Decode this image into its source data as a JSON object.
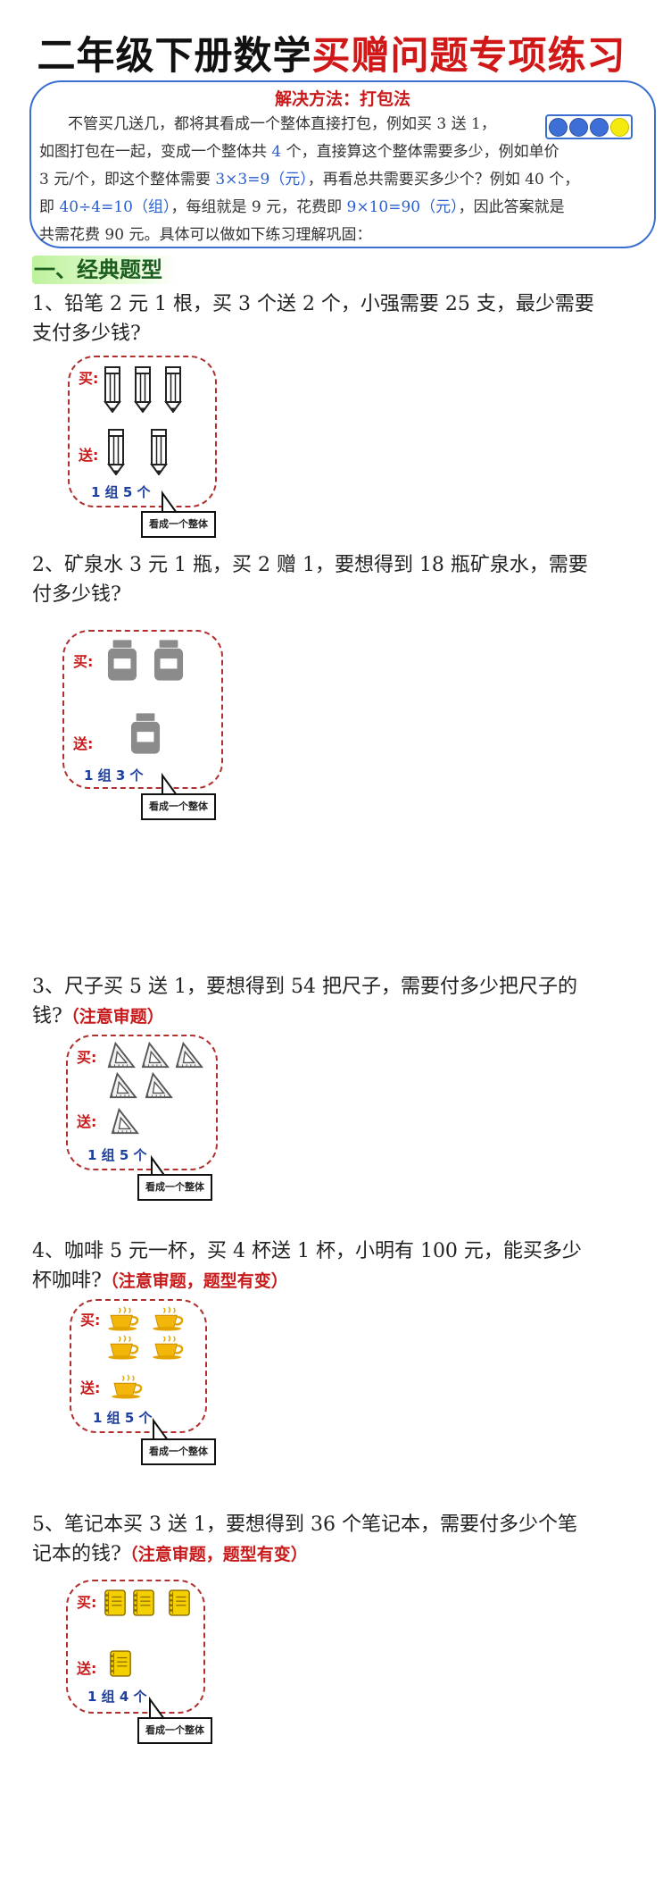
{
  "title": {
    "part1": "二年级下册数学",
    "part2": "买赠问题专项练习"
  },
  "method": {
    "title": "解决方法：打包法",
    "l1": "不管买几送几，都将其看成一个整体直接打包，例如买 3 送 1，",
    "l2a": "如图打包在一起，变成一个整体共 ",
    "l2b": "4",
    "l2c": " 个，直接算这个整体需要多少，例如单价",
    "l3a": "3 元/个，即这个整体需要 ",
    "l3b": "3×3=9（元）",
    "l3c": "，再看总共需要买多少个？例如 40 个，",
    "l4a": "即 ",
    "l4b": "40÷4=10（组）",
    "l4c": "，每组就是 9 元，花费即 ",
    "l4d": "9×10=90（元）",
    "l4e": "，因此答案就是",
    "l5": "共需花费 90 元。具体可以做如下练习理解巩固："
  },
  "section": "一、经典题型",
  "buy_label": "买:",
  "give_label": "送:",
  "bubble_text": "看成一个整体",
  "questions": [
    {
      "l1": "1、铅笔 2 元 1 根，买 3 个送 2 个，小强需要 25 支，最少需要",
      "l2": "支付多少钱?",
      "hint": "",
      "group": "1 组 5 个",
      "item_icon": "pencil-icon"
    },
    {
      "l1": "2、矿泉水 3 元 1 瓶，买 2 赠 1，要想得到 18 瓶矿泉水，需要",
      "l2": "付多少钱?",
      "hint": "",
      "group": "1 组 3 个",
      "item_icon": "bottle-icon"
    },
    {
      "l1": "3、尺子买 5 送 1，要想得到 54 把尺子，需要付多少把尺子的",
      "l2": "钱?",
      "hint": "（注意审题）",
      "group": "1 组 5 个",
      "item_icon": "triangle-ruler-icon"
    },
    {
      "l1": "4、咖啡 5 元一杯，买 4 杯送 1 杯，小明有 100 元，能买多少",
      "l2": "杯咖啡?",
      "hint": "（注意审题，题型有变）",
      "group": "1 组 5 个",
      "item_icon": "coffee-cup-icon"
    },
    {
      "l1": "5、笔记本买 3 送 1，要想得到 36 个笔记本，需要付多少个笔",
      "l2": "记本的钱?",
      "hint": "（注意审题，题型有变）",
      "group": "1 组 4 个",
      "item_icon": "notebook-icon"
    }
  ],
  "colors": {
    "red": "#d01818",
    "blue": "#2a5fcf",
    "dot_blue": "#3d6fd6",
    "dot_yellow": "#f5ea10"
  }
}
